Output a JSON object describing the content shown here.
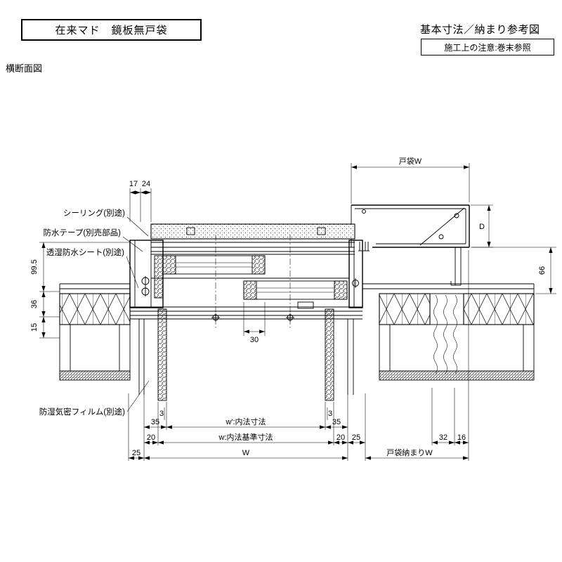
{
  "header": {
    "title": "在来マド　鏡板無戸袋",
    "ref_title": "基本寸法／納まり参考図",
    "note": "施工上の注意:巻末参照",
    "view_label": "横断面図"
  },
  "callouts": {
    "sealing": "シーリング(別途)",
    "waterproof_tape": "防水テープ(別売部品)",
    "breathable_sheet": "透湿防水シート(別途)",
    "vapor_barrier_film": "防湿気密フィルム(別途)"
  },
  "dims": {
    "tobukuro_w": "戸袋W",
    "d17": "17",
    "d24": "24",
    "d99_5": "99.5",
    "d36": "36",
    "d15": "15",
    "dD": "D",
    "d66": "66",
    "d30": "30",
    "d3_left": "3",
    "d3_right": "3",
    "d35_left": "35",
    "d35_right": "35",
    "d20_left": "20",
    "d20_right": "20",
    "d25_left": "25",
    "d25_right": "25",
    "d32": "32",
    "d16": "16",
    "w_prime": "w':内法寸法",
    "w_std": "w:内法基準寸法",
    "w_total": "W",
    "tobukuro_osamari_w": "戸袋納まりW"
  }
}
